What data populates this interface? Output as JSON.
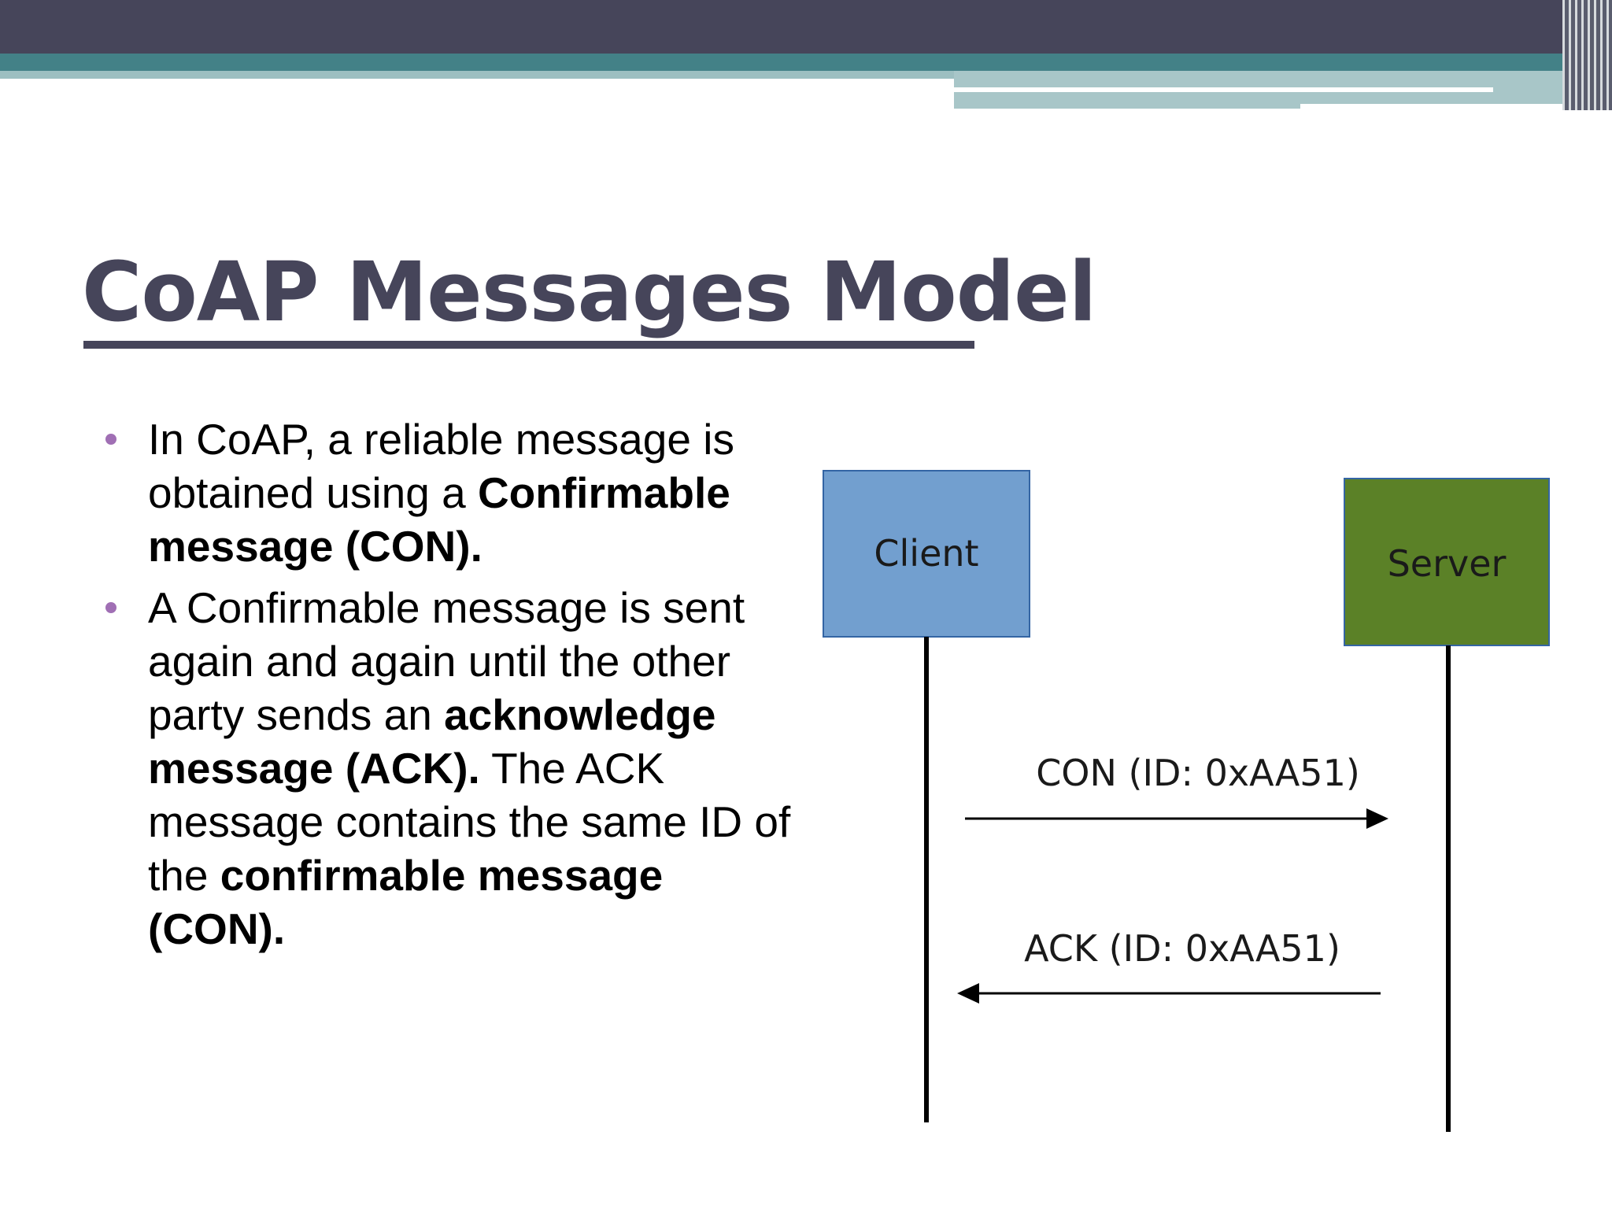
{
  "slide": {
    "title": "CoAP Messages Model",
    "bullets": [
      {
        "segments": [
          {
            "text": "In CoAP, a reliable message is obtained using a ",
            "bold": false
          },
          {
            "text": "Confirmable message (CON).",
            "bold": true
          }
        ]
      },
      {
        "segments": [
          {
            "text": "A Confirmable message is sent again and again until the other party sends an ",
            "bold": false
          },
          {
            "text": "acknowledge message (ACK).",
            "bold": true
          },
          {
            "text": " The ACK message contains the same ID of the ",
            "bold": false
          },
          {
            "text": "confirmable message (CON).",
            "bold": true
          }
        ]
      }
    ]
  },
  "diagram": {
    "client": {
      "label": "Client",
      "color": "#729fcf"
    },
    "server": {
      "label": "Server",
      "color": "#5b8127"
    },
    "messages": [
      {
        "label": "CON (ID: 0xAA51)",
        "direction": "client-to-server"
      },
      {
        "label": "ACK (ID: 0xAA51)",
        "direction": "server-to-client"
      }
    ]
  },
  "colors": {
    "header_dark": "#46455a",
    "header_teal": "#438187",
    "title": "#46455a",
    "bullet": "#a06fb4"
  }
}
